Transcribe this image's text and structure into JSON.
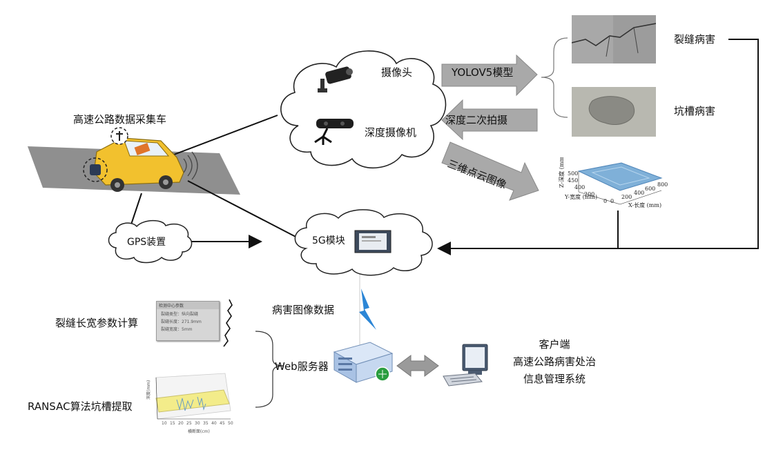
{
  "diagram": {
    "vehicle_label": "高速公路数据采集车",
    "camera_label": "摄像头",
    "depth_camera_label": "深度摄像机",
    "yolo_label": "YOLOV5模型",
    "secondary_capture_label": "深度二次拍摄",
    "pointcloud_label": "三维点云图像",
    "crack_label": "裂缝病害",
    "pothole_label": "坑槽病害",
    "gps_label": "GPS装置",
    "module_5g_label": "5G模块",
    "disease_data_label": "病害图像数据",
    "web_server_label": "Web服务器",
    "client_title": "客户端",
    "client_line1": "高速公路病害处治",
    "client_line2": "信息管理系统",
    "crack_calc_label": "裂缝长宽参数计算",
    "ransac_label": "RANSAC算法坑槽提取"
  },
  "pointcloud_plot": {
    "zlabel": "Z-深度 (mm)",
    "ylabel": "Y-宽度 (mm)",
    "xlabel": "X-长度 (mm)",
    "z_ticks": [
      "500",
      "450"
    ],
    "y_ticks": [
      "400",
      "200",
      "0"
    ],
    "x_ticks": [
      "0",
      "200",
      "400",
      "600",
      "800"
    ],
    "surface_color": "#7fb0d8"
  },
  "crack_window": {
    "title": "检测中心参数",
    "rows": [
      "裂缝类型：",
      "裂缝长度：",
      "裂缝宽度："
    ],
    "values": [
      "纵向裂缝",
      "271.9mm",
      "5mm"
    ]
  },
  "ransac_plot": {
    "zlabel": "深度(mm)",
    "xlabel": "横断面(cm)",
    "x_ticks": [
      "10",
      "15",
      "20",
      "25",
      "30",
      "35",
      "40",
      "45",
      "50"
    ],
    "surface_color": "#f3ec8a"
  },
  "colors": {
    "arrow_fill": "#a9a9a9",
    "cloud_stroke": "#222222",
    "road_fill": "#8f8f8f",
    "car_fill": "#f2c12e",
    "lightning": "#2c86d6"
  }
}
